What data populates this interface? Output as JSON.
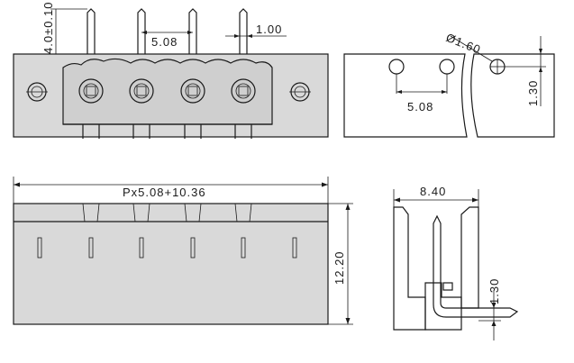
{
  "dimensions": {
    "pin_height": "4.0±0.10",
    "pitch_top": "5.08",
    "pin_width": "1.00",
    "hole_diameter": "Ø1.60",
    "pitch_side": "5.08",
    "hole_offset": "1.30",
    "total_length": "Px5.08+10.36",
    "height": "12.20",
    "depth": "8.40",
    "pin_offset": "1.30"
  }
}
